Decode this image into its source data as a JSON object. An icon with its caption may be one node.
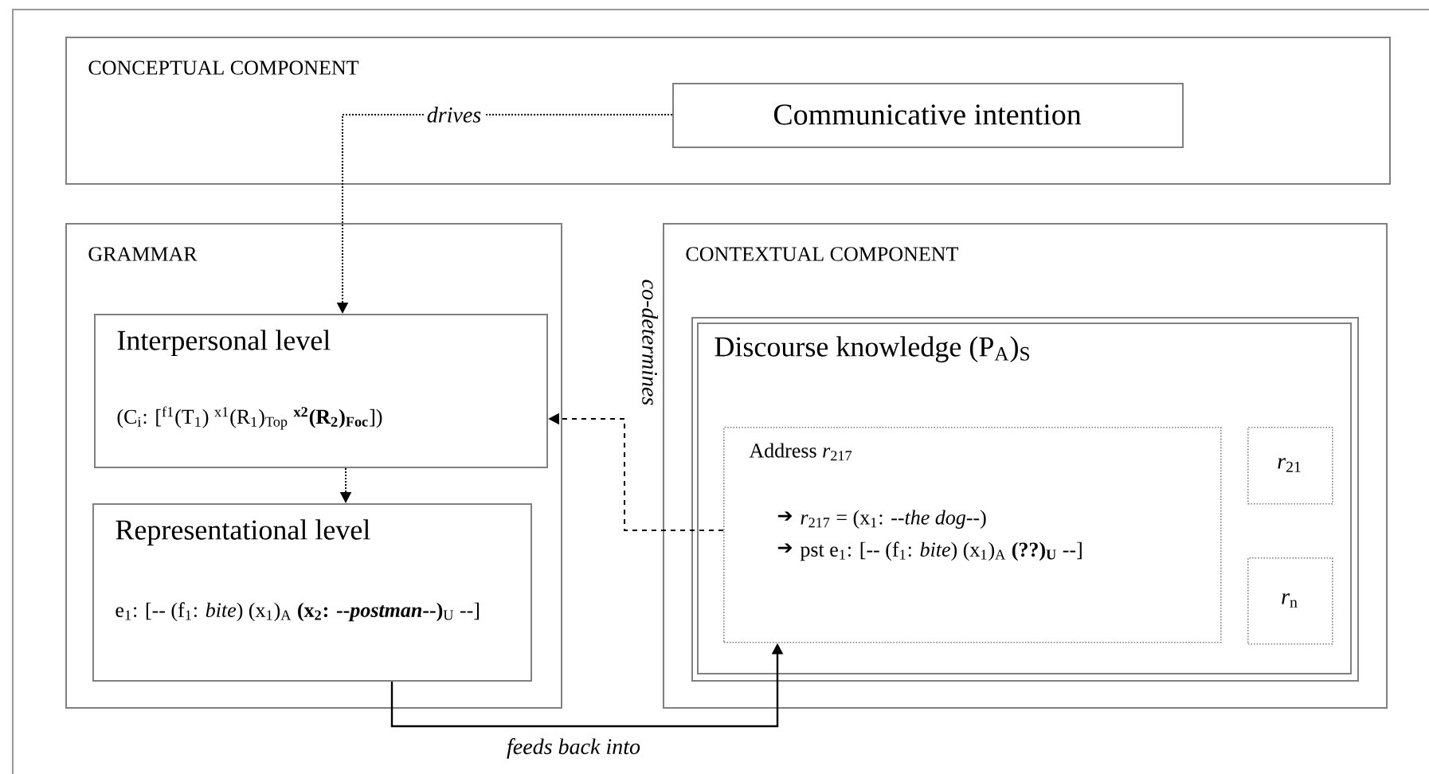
{
  "diagram": {
    "nodes": [
      {
        "text": [
          "CONCEPTUAL COMPONENT"
        ]
      },
      {
        "text": [
          "Communicative intention"
        ],
        "in": 0
      },
      {
        "text": [
          "GRAMMAR"
        ]
      },
      {
        "text": [
          "Interpersonal level",
          "(C$_{i}$: [$^{f1}$(T$_{1}$) $^{x1}$(R$_{1}$)$_{Top}$ **$^{x2}$(R$_{2}$)$_{Foc}$**])"
        ],
        "in": 2
      },
      {
        "text": [
          "Representational level",
          "e$_{1}$: [-- (f$_{1}$: *bite*) (x$_{1}$)$_{A}$ **(x$_{2}$: --*postman*--)**$_{U}$ --]"
        ],
        "in": 2
      },
      {
        "text": [
          "CONTEXTUAL COMPONENT"
        ]
      },
      {
        "text": [
          "Discourse knowledge (P$_{A}$)$_{S}$"
        ],
        "in": 5
      },
      {
        "text": [
          "Address *r*$_{217}$",
          "➔",
          "*r*$_{217}$ = (x$_{1}$: --*the dog*--)",
          "➔",
          "pst e$_{1}$: [-- (f$_{1}$: *bite*) (x$_{1}$)$_{A}$ **(??)$_{U}$** --]"
        ],
        "in": 6
      },
      {
        "text": [
          "*r*$_{21}$"
        ],
        "in": 6
      },
      {
        "text": [
          "*r*$_{n}$"
        ],
        "in": 6
      }
    ],
    "edges": [
      {
        "from": 1,
        "to": 3,
        "arrow": "to",
        "label": "drives",
        "style": "dashed"
      },
      {
        "from": 3,
        "to": 4,
        "arrow": "to",
        "style": "dashed"
      },
      {
        "from": 7,
        "to": 3,
        "arrow": "to",
        "label": "co-determines",
        "style": "dashed"
      },
      {
        "from": 4,
        "to": 7,
        "arrow": "to",
        "label": "feeds back into"
      }
    ]
  }
}
